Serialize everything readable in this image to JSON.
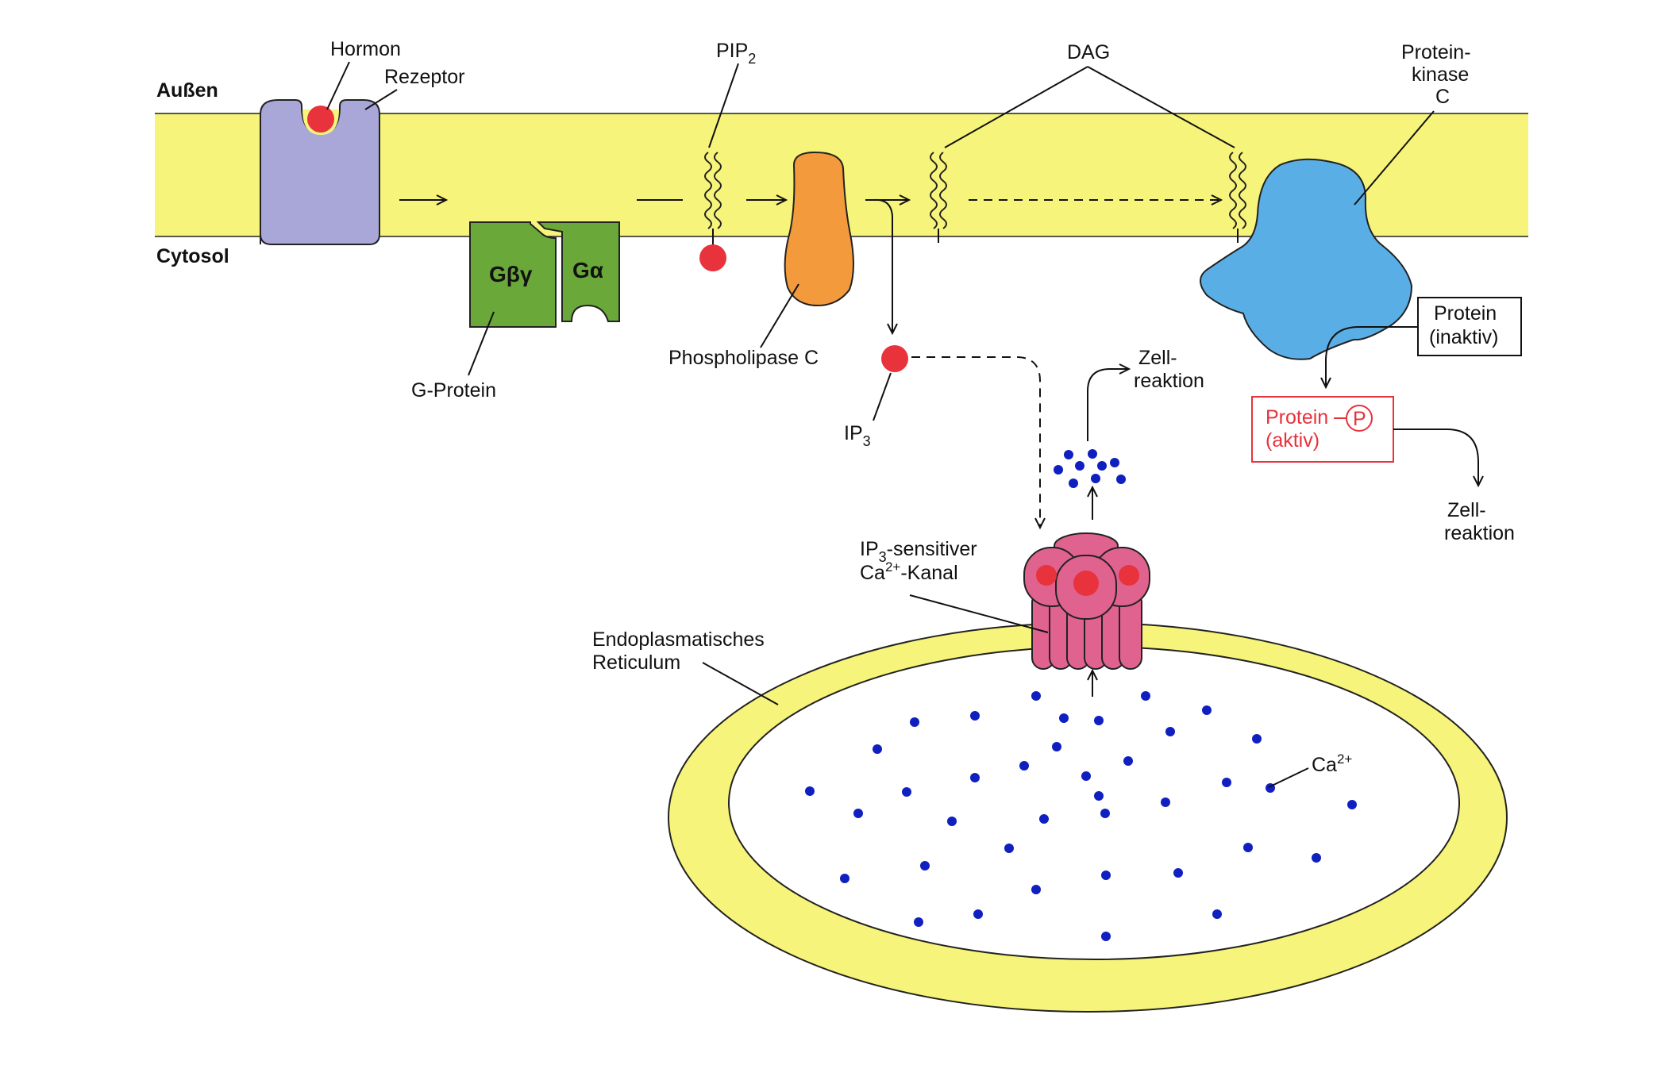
{
  "labels": {
    "outside": "Außen",
    "cytosol": "Cytosol",
    "hormone": "Hormon",
    "receptor": "Rezeptor",
    "g_protein": "G-Protein",
    "g_beta_gamma": "Gβγ",
    "g_alpha": "Gα",
    "pip2_base": "PIP",
    "pip2_sub": "2",
    "phospholipase": "Phospholipase C",
    "ip3_base": "IP",
    "ip3_sub": "3",
    "dag": "DAG",
    "pkc_line1": "Protein-",
    "pkc_line2": "kinase",
    "pkc_line3": "C",
    "protein_inactive_line1": "Protein",
    "protein_inactive_line2": "(inaktiv)",
    "protein_active_line1": "Protein",
    "protein_active_line2": "(aktiv)",
    "phosphate": "P",
    "cell_reaction_1_line1": "Zell-",
    "cell_reaction_1_line2": "reaktion",
    "cell_reaction_2_line1": "Zell-",
    "cell_reaction_2_line2": "reaktion",
    "channel_l1_base": "IP",
    "channel_l1_sub": "3",
    "channel_l1_rest": "-sensitiver",
    "channel_l2_base": "Ca",
    "channel_l2_sup": "2+",
    "channel_l2_rest": "-Kanal",
    "er_line1": "Endoplasmatisches",
    "er_line2": "Reticulum",
    "ca_base": "Ca",
    "ca_sup": "2+"
  },
  "colors": {
    "membrane": "#f6f47a",
    "receptor": "#a9a6d8",
    "g_protein": "#6aa83a",
    "phospholipase": "#f39a3c",
    "protein_kinase": "#5aaee6",
    "channel": "#e0628e",
    "messenger": "#e8323c",
    "calcium": "#1020c0",
    "active_protein": "#e8323c"
  }
}
